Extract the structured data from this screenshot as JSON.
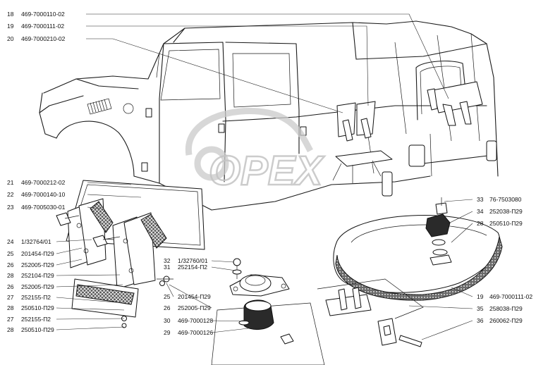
{
  "watermark": "OPEX",
  "callouts": [
    {
      "num": "18",
      "code": "469-7000110-02"
    },
    {
      "num": "19",
      "code": "469-7000111-02"
    },
    {
      "num": "20",
      "code": "469-7000210-02"
    },
    {
      "num": "21",
      "code": "469-7000212-02"
    },
    {
      "num": "22",
      "code": "469-7000140-10"
    },
    {
      "num": "23",
      "code": "469-7005030-01"
    },
    {
      "num": "24",
      "code": "1/32764/01"
    },
    {
      "num": "25",
      "code": "201454-П29"
    },
    {
      "num": "26",
      "code": "252005-П29"
    },
    {
      "num": "28",
      "code": "252104-П29"
    },
    {
      "num": "26",
      "code": "252005-П29"
    },
    {
      "num": "27",
      "code": "252155-П2"
    },
    {
      "num": "28",
      "code": "250510-П29"
    },
    {
      "num": "27",
      "code": "252155-П2"
    },
    {
      "num": "28",
      "code": "250510-П29"
    },
    {
      "num": "32",
      "code": "1/32760/01"
    },
    {
      "num": "31",
      "code": "252154-П2"
    },
    {
      "num": "25",
      "code": "201454-П29"
    },
    {
      "num": "26",
      "code": "252005-П29"
    },
    {
      "num": "30",
      "code": "469-7000128"
    },
    {
      "num": "29",
      "code": "469-7000126"
    },
    {
      "num": "33",
      "code": "76-7503080"
    },
    {
      "num": "34",
      "code": "252038-П29"
    },
    {
      "num": "28",
      "code": "250510-П29"
    },
    {
      "num": "19",
      "code": "469-7000111-02"
    },
    {
      "num": "35",
      "code": "258038-П29"
    },
    {
      "num": "36",
      "code": "260062-П29"
    }
  ]
}
